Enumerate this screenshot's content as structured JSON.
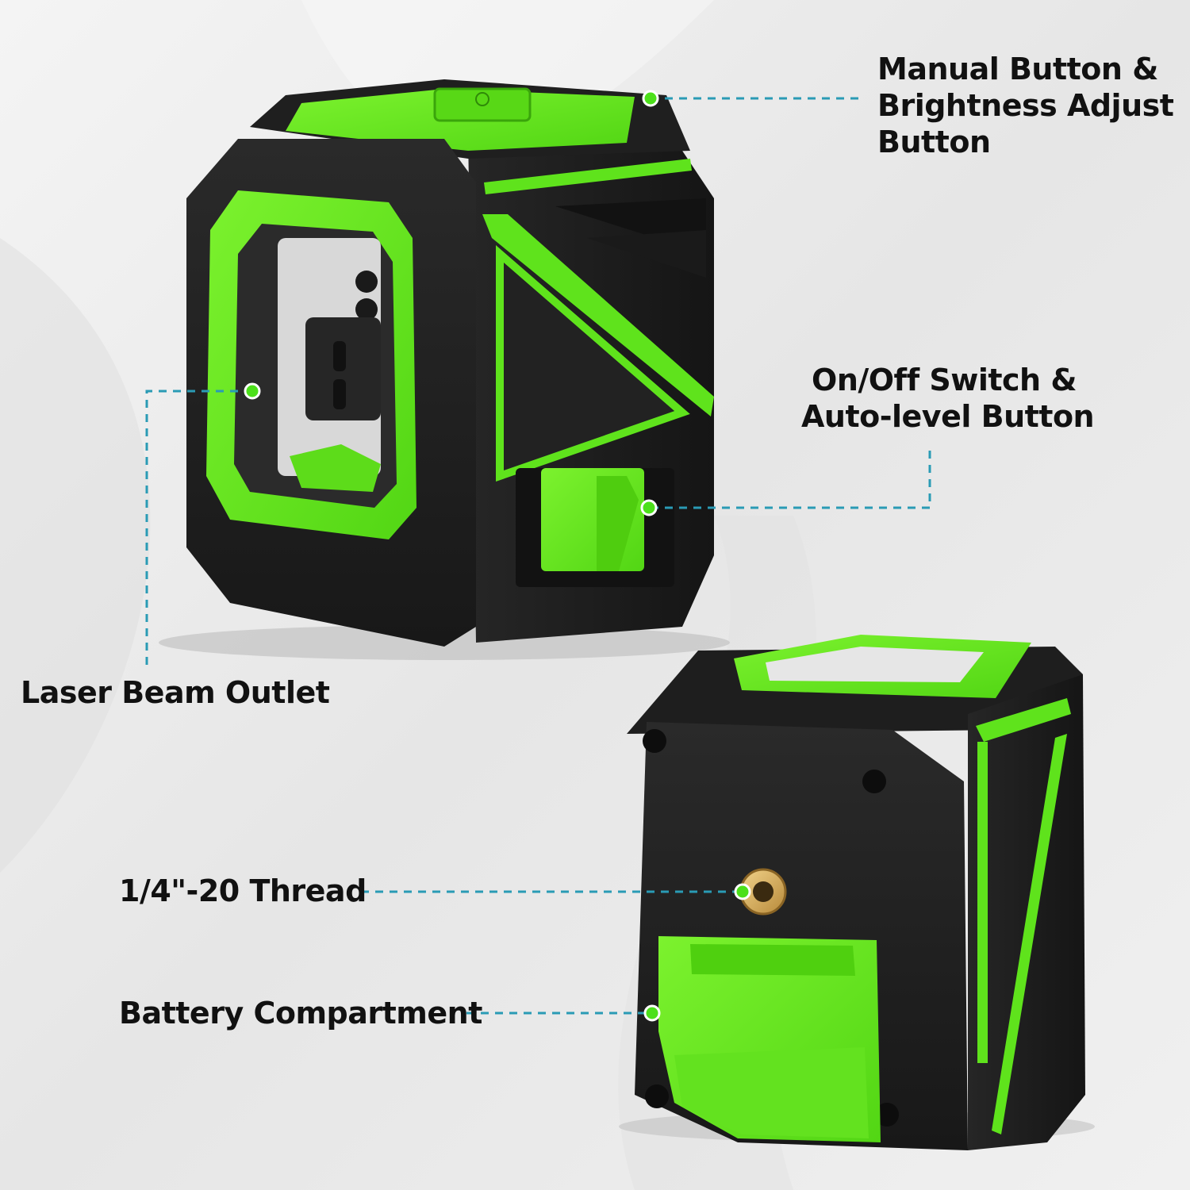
{
  "colors": {
    "accent_green": "#6ef023",
    "body_black": "#1c1c1c",
    "callout_line": "#2a9bb5",
    "background": "#ececec"
  },
  "callouts": {
    "manual_button": {
      "lines": [
        "Manual Button &",
        "Brightness Adjust",
        "Button"
      ]
    },
    "onoff_switch": {
      "lines": [
        "On/Off Switch &",
        "Auto-level Button"
      ]
    },
    "laser_outlet": {
      "text": "Laser Beam Outlet"
    },
    "thread": {
      "text": "1/4\"-20 Thread"
    },
    "battery": {
      "text": "Battery Compartment"
    }
  }
}
